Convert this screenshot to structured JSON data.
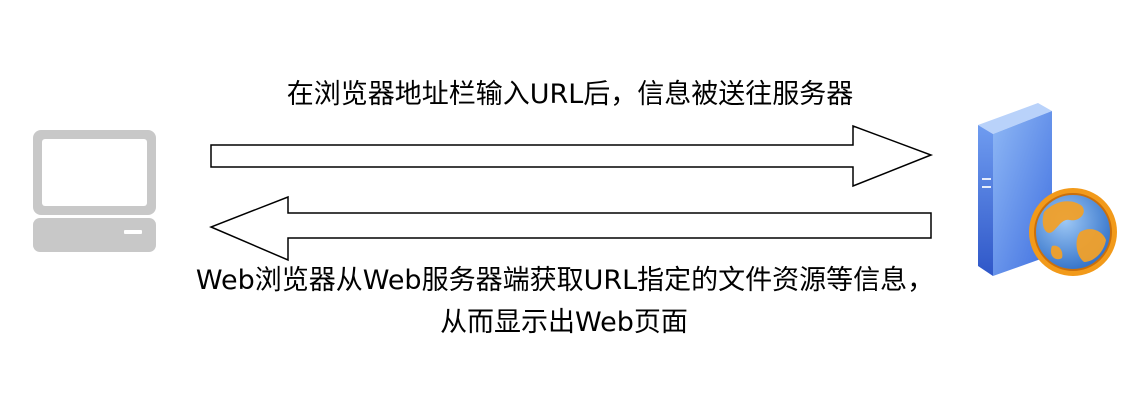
{
  "request_label": "在浏览器地址栏输入URL后，信息被送往服务器",
  "response_label_line1": "Web浏览器从Web服务器端获取URL指定的文件资源等信息，",
  "response_label_line2": "从而显示出Web页面",
  "icons": {
    "client": "computer-icon",
    "server": "web-server-globe-icon"
  },
  "colors": {
    "computer_gray": "#c8c8c8",
    "server_blue": "#5b8ee8",
    "globe_orange": "#f29a1a",
    "globe_blue": "#4a8fd8"
  }
}
